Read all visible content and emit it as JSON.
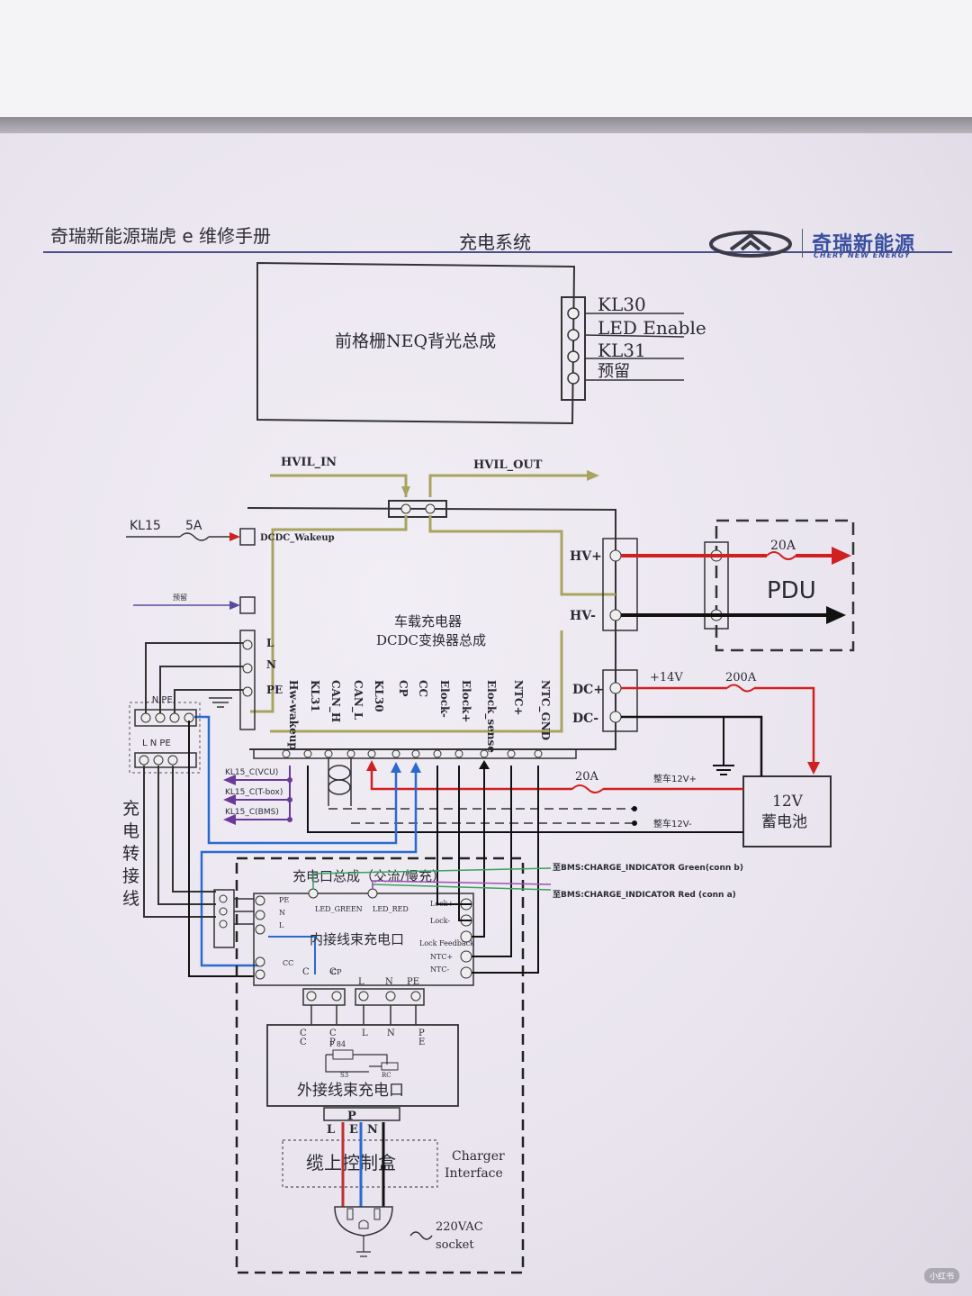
{
  "header": {
    "manual_title": "奇瑞新能源瑞虎 e 维修手册",
    "section": "充电系统",
    "brand_cn": "奇瑞新能源",
    "brand_en": "CHERY NEW ENERGY"
  },
  "grille_module": {
    "name": "前格栅NEQ背光总成",
    "pins": [
      "KL30",
      "LED Enable",
      "KL31",
      "预留"
    ]
  },
  "hvil": {
    "in": "HVIL_IN",
    "out": "HVIL_OUT"
  },
  "left_inputs": {
    "kl15": "KL15",
    "fuse_5a": "5A",
    "dcdc_wakeup": "DCDC_Wakeup",
    "reserved": "预留",
    "L": "L",
    "N": "N",
    "PE": "PE"
  },
  "charger": {
    "name_line1": "车载充电器",
    "name_line2": "DCDC变换器总成",
    "hv_plus": "HV+",
    "hv_minus": "HV-",
    "dc_plus": "DC+",
    "dc_minus": "DC-",
    "bottom_pins": [
      "Hw-wakeup",
      "KL31",
      "CAN_H",
      "CAN_L",
      "KL30",
      "CP",
      "CC",
      "Elock-",
      "Elock+",
      "Elock_sense",
      "NTC+",
      "NTC_GND"
    ]
  },
  "pdu": {
    "label": "PDU",
    "fuse": "20A"
  },
  "lv": {
    "plus14": "+14V",
    "fuse_200a": "200A",
    "fuse_20a": "20A",
    "bus_12v_plus": "整车12V+",
    "bus_12v_minus": "整车12V-",
    "battery_line1": "12V",
    "battery_line2": "蓄电池"
  },
  "kl15_signals": [
    "KL15_C(VCU)",
    "KL15_C(T-box)",
    "KL15_C(BMS)"
  ],
  "adapter": {
    "terminals_top": "L N PE",
    "terminals_bot": "L N PE",
    "vertical_label": [
      "充",
      "电",
      "转",
      "接",
      "线"
    ]
  },
  "bms": {
    "green": "至BMS:CHARGE_INDICATOR Green(conn b)",
    "red": "至BMS:CHARGE_INDICATOR Red (conn a)"
  },
  "port_assembly": {
    "title": "充电口总成（交流/慢充）",
    "inner_label": "内接线束充电口",
    "led_green": "LED_GREEN",
    "led_red": "LED_RED",
    "lock_plus": "Lock+",
    "lock_minus": "Lock-",
    "lock_feedback": "Lock Feedback",
    "ntc_plus": "NTC+",
    "ntc_minus": "NTC-",
    "left_pins": [
      "PE",
      "N",
      "L"
    ],
    "cc": "CC",
    "cp": "CP",
    "bottom_labels": [
      "C",
      "C",
      "L",
      "N",
      "PE"
    ],
    "outer_label": "外接线束充电口",
    "outer_pins": [
      "C C",
      "C P",
      "L",
      "N",
      "P E"
    ],
    "switch_labels": [
      "P 84",
      "S3",
      "RC"
    ]
  },
  "ics_box": {
    "label": "缆上控制盒",
    "pins": [
      "P",
      "L",
      "E",
      "N"
    ]
  },
  "interface": {
    "line1": "Charger",
    "line2": "Interface",
    "socket1": "220VAC",
    "socket2": "socket"
  },
  "watermark": "小红书"
}
